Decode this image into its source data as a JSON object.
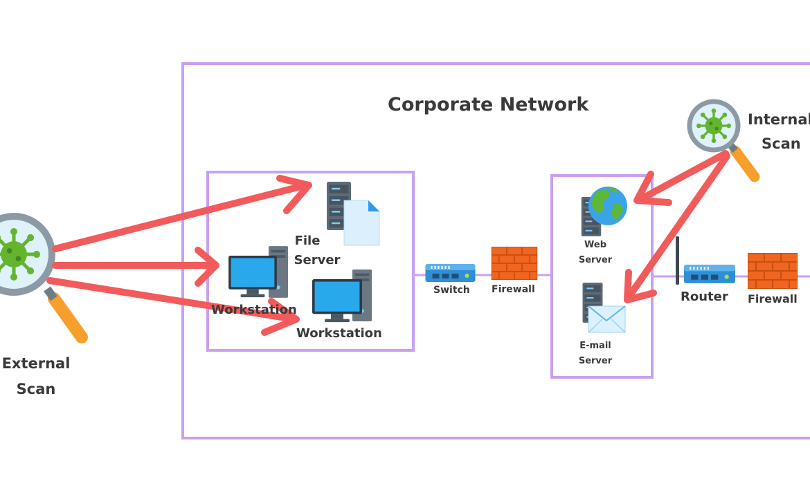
{
  "diagram": {
    "title": "Corporate Network",
    "external_scan": {
      "line1": "External",
      "line2": "Scan"
    },
    "internal_scan": {
      "line1": "Internal",
      "line2": "Scan"
    },
    "file_server": {
      "line1": "File",
      "line2": "Server"
    },
    "workstation_1": "Workstation",
    "workstation_2": "Workstation",
    "switch": "Switch",
    "firewall_inner": "Firewall",
    "web_server": {
      "line1": "Web",
      "line2": "Server"
    },
    "email_server": {
      "line1": "E-mail",
      "line2": "Server"
    },
    "router": "Router",
    "firewall_outer": "Firewall"
  },
  "colors": {
    "zone_border": "#c9a0f0",
    "arrow": "#f25b5b",
    "virus_green": "#63b52e",
    "magnifier_handle": "#f6a02b",
    "magnifier_ring": "#8c9aa5",
    "monitor_screen": "#29a9ec",
    "server_body": "#5d6b78",
    "firewall_brick": "#f0651f",
    "network_device": "#2e8fd6",
    "text": "#3a3a3a"
  }
}
